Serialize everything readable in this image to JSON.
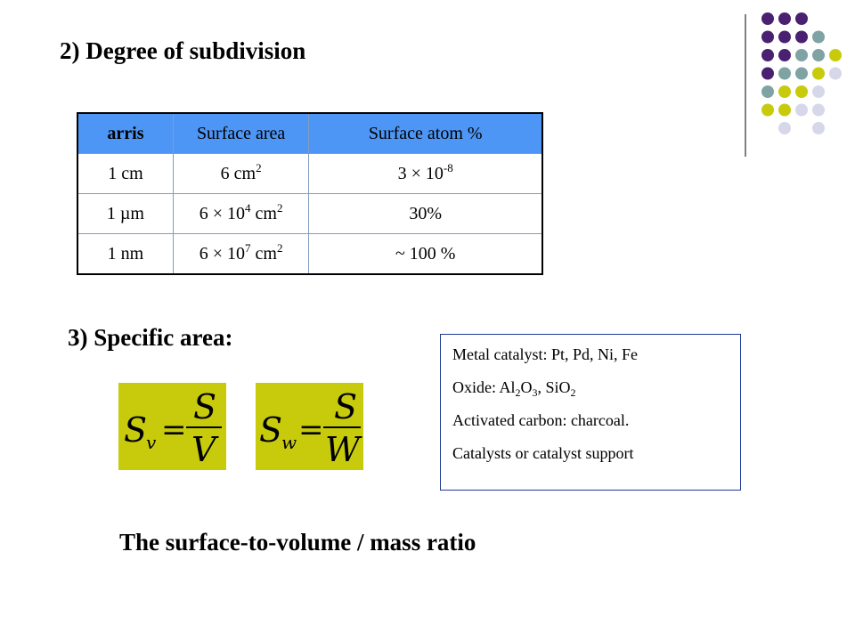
{
  "decor": {
    "colors": {
      "purple": "#4a2070",
      "teal": "#7fa3a3",
      "yellow": "#c7cb0c",
      "lavender": "#d7d7ea",
      "divider": "#808080"
    }
  },
  "section2": {
    "title": "2) Degree of subdivision"
  },
  "table": {
    "headers": [
      "arris",
      "Surface area",
      "Surface atom %"
    ],
    "header_color": "#4d96f5",
    "rows": [
      {
        "arris": "1 cm",
        "area_coef": "6 cm",
        "area_exp": "2",
        "area_unit": "",
        "atom_base": "3 × 10",
        "atom_exp": "-8",
        "atom_plain": ""
      },
      {
        "arris": "1 µm",
        "area_coef": "6 × 10",
        "area_exp": "4",
        "area_unit": " cm",
        "area_unit_exp": "2",
        "atom_plain": "30%"
      },
      {
        "arris": "1 nm",
        "area_coef": "6 × 10",
        "area_exp": "7",
        "area_unit": " cm",
        "area_unit_exp": "2",
        "atom_plain": "~ 100 %"
      }
    ]
  },
  "section3": {
    "title": "3) Specific area:"
  },
  "formulas": [
    {
      "lhs": "S",
      "lhs_sub": "v",
      "eq": "=",
      "num": "S",
      "den": "V"
    },
    {
      "lhs": "S",
      "lhs_sub": "w",
      "eq": "=",
      "num": "S",
      "den": "W"
    }
  ],
  "notes": {
    "line1": "Metal catalyst: Pt, Pd, Ni, Fe",
    "line2_prefix": "Oxide: Al",
    "line2_sub1": "2",
    "line2_mid": "O",
    "line2_sub2": "3",
    "line2_mid2": ", SiO",
    "line2_sub3": "2",
    "line3": "Activated carbon: charcoal.",
    "line4": "Catalysts or catalyst support"
  },
  "footer": {
    "text": "The surface-to-volume / mass ratio"
  }
}
